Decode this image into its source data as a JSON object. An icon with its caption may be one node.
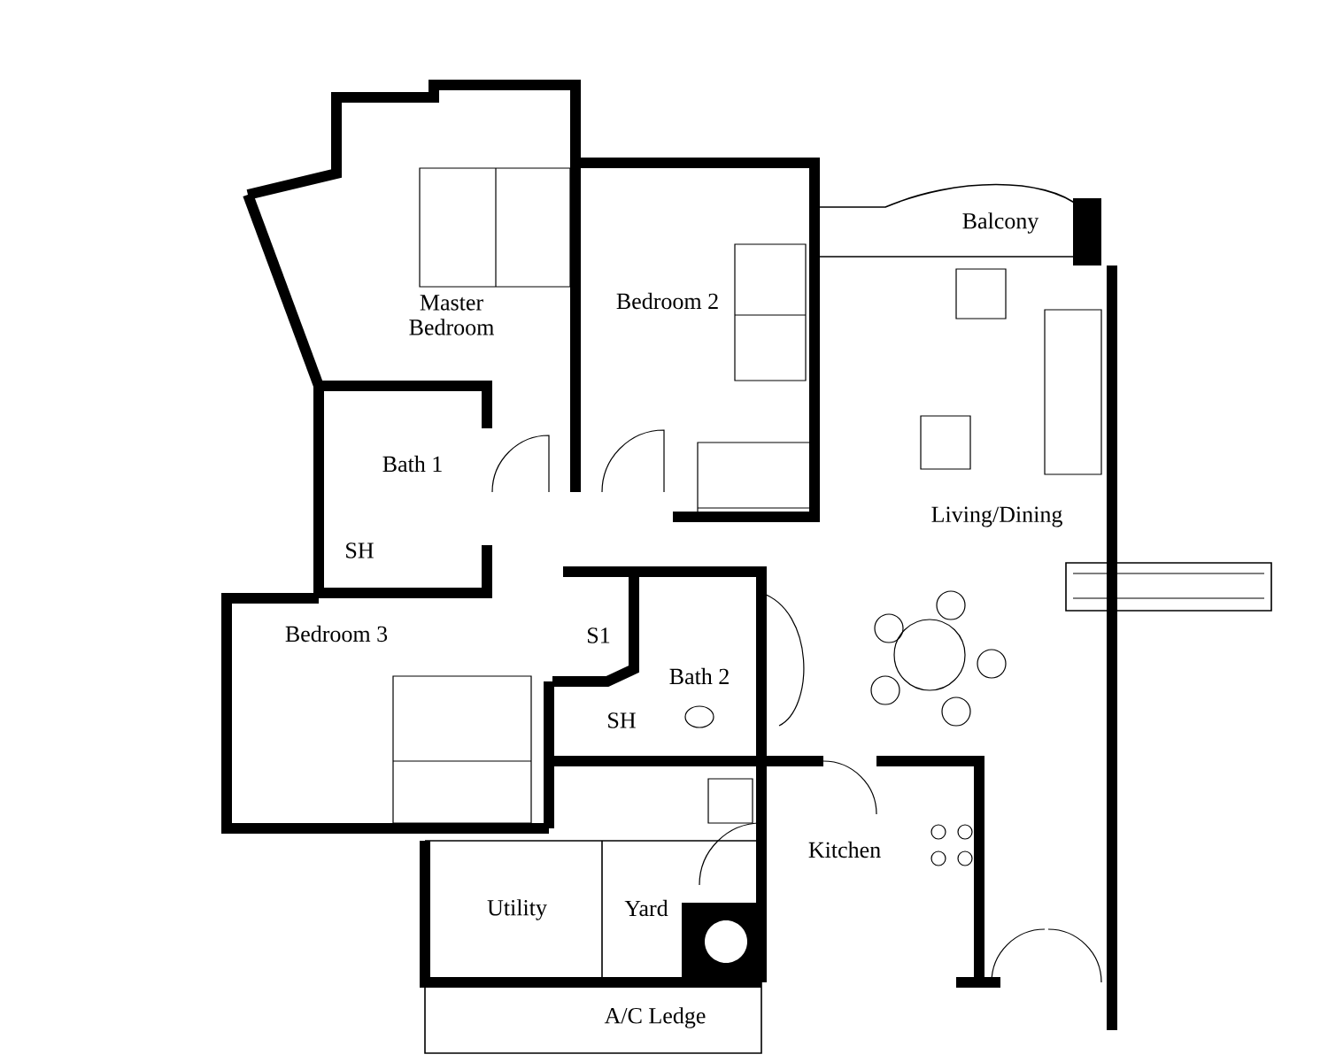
{
  "diagram": {
    "labels": [
      "Master Bedroom",
      "Bedroom 2",
      "Balcony",
      "Bath 1",
      "SH",
      "Living/Dining",
      "Bedroom 3",
      "S1",
      "Bath 2",
      "SH",
      "Kitchen",
      "Utility",
      "Yard",
      "A/C Ledge"
    ]
  }
}
